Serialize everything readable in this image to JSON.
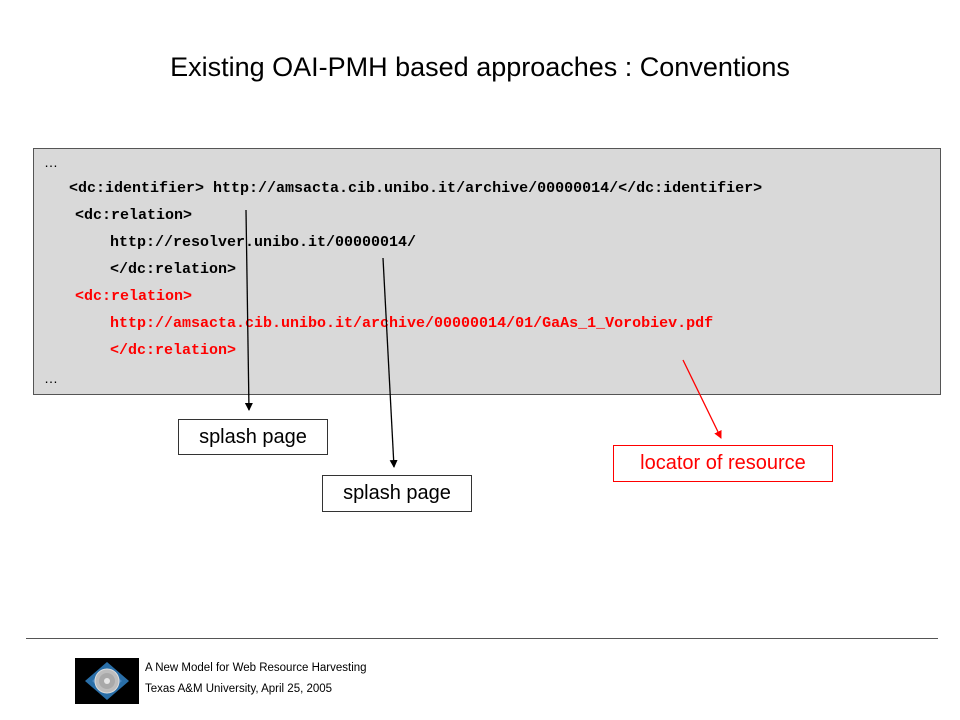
{
  "slide": {
    "title": "Existing OAI-PMH based approaches : Conventions"
  },
  "code": {
    "ellipsis_top": "…",
    "identifier_line": "<dc:identifier> http://amsacta.cib.unibo.it/archive/00000014/</dc:identifier>",
    "relation1_open": "<dc:relation>",
    "relation1_value": "http://resolver.unibo.it/00000014/",
    "relation1_close": "</dc:relation>",
    "relation2_open": "<dc:relation>",
    "relation2_value": "http://amsacta.cib.unibo.it/archive/00000014/01/GaAs_1_Vorobiev.pdf",
    "relation2_close": "</dc:relation>",
    "ellipsis_bottom": "…"
  },
  "callouts": {
    "splash1": "splash page",
    "splash2": "splash page",
    "locator": "locator of resource"
  },
  "footer": {
    "line1": "A New Model for Web Resource Harvesting",
    "line2": "Texas A&M University, April 25, 2005"
  },
  "colors": {
    "highlight": "#ff0000",
    "code_background": "#d9d9d9"
  }
}
